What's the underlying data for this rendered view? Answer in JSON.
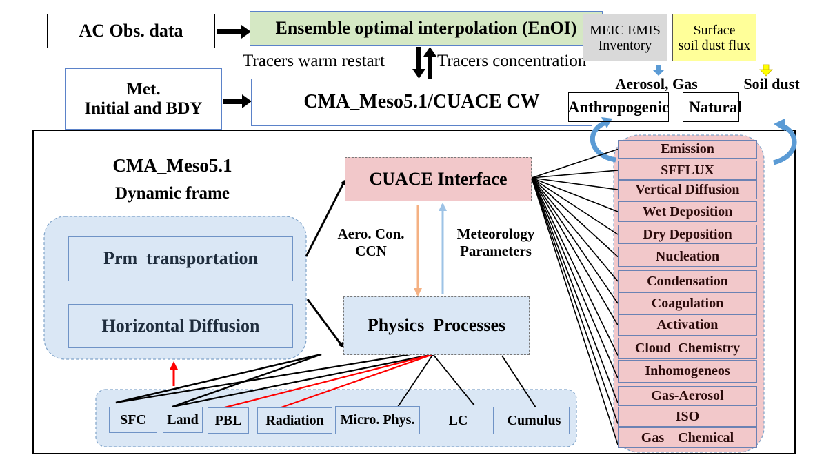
{
  "top": {
    "ac_obs": "AC Obs. data",
    "enoi": "Ensemble optimal interpolation (EnOI)",
    "tracers_warm_restart": "Tracers warm restart",
    "tracers_concentration": "Tracers concentration",
    "met_line1": "Met.",
    "met_line2": "Initial and BDY",
    "cma_cuace": "CMA_Meso5.1/CUACE CW"
  },
  "emissions": {
    "meic_line1": "MEIC EMIS",
    "meic_line2": "Inventory",
    "surface_line1": "Surface",
    "surface_line2": "soil dust flux",
    "aerosol_gas": "Aerosol, Gas",
    "anthropogenic": "Anthropogenic",
    "soil_dust": "Soil dust",
    "natural": "Natural"
  },
  "main": {
    "frame_title_line1": "CMA_Meso5.1",
    "frame_title_line2": "Dynamic frame",
    "prm_transport": "Prm  transportation",
    "horizontal_diffusion": "Horizontal Diffusion",
    "cuace_interface": "CUACE Interface",
    "physics_processes": "Physics  Processes",
    "aero_con_line1": "Aero. Con.",
    "aero_con_line2": "CCN",
    "met_params_line1": "Meteorology",
    "met_params_line2": "Parameters"
  },
  "physics_modules": [
    "SFC",
    "Land",
    "PBL",
    "Radiation",
    "Micro. Phys.",
    "LC",
    "Cumulus"
  ],
  "cuace_processes": [
    "Emission",
    "SFFLUX",
    "Vertical Diffusion",
    "Wet Deposition",
    "Dry Deposition",
    "Nucleation",
    "Condensation",
    "Coagulation",
    "Activation",
    "Cloud  Chemistry",
    "Inhomogeneos",
    "Gas-Aerosol",
    "ISO",
    "Gas    Chemical"
  ],
  "colors": {
    "enoi_fill": "#d5e8c4",
    "meic_fill": "#d9d9d9",
    "surface_fill": "#ffff99",
    "cuace_fill": "#f2c8ca",
    "physics_fill": "#dae7f5",
    "blue_arrow": "#5b9bd5",
    "red_line": "#ff0000",
    "orange_arrow": "#f4b183",
    "light_blue_arrow": "#9dc3e6"
  }
}
